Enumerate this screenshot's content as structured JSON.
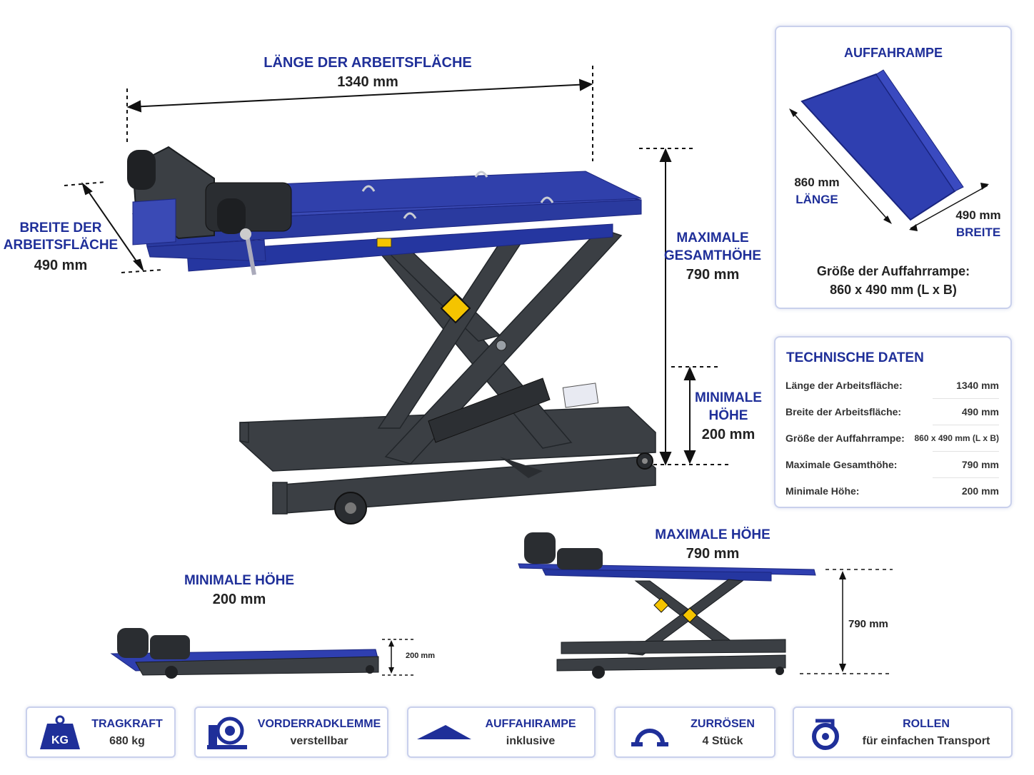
{
  "main_dims": {
    "length_label": "LÄNGE DER ARBEITSFLÄCHE",
    "length_value": "1340 mm",
    "width_label_1": "BREITE DER",
    "width_label_2": "ARBEITSFLÄCHE",
    "width_value": "490 mm",
    "max_label_1": "MAXIMALE",
    "max_label_2": "GESAMTHÖHE",
    "max_value": "790 mm",
    "min_label_1": "MINIMALE",
    "min_label_2": "HÖHE",
    "min_value": "200 mm"
  },
  "ramp_panel": {
    "title": "AUFFAHRAMPE",
    "length_value": "860 mm",
    "length_label": "LÄNGE",
    "width_value": "490 mm",
    "width_label": "BREITE",
    "size_caption": "Größe der Auffahrrampe:",
    "size_value": "860 x 490 mm (L x B)"
  },
  "tech_panel": {
    "title": "TECHNISCHE DATEN",
    "rows": [
      {
        "label": "Länge der Arbeitsfläche:",
        "value": "1340 mm"
      },
      {
        "label": "Breite der Arbeitsfläche:",
        "value": "490 mm"
      },
      {
        "label": "Größe der Auffahrrampe:",
        "value": "860 x 490 mm (L x B)"
      },
      {
        "label": "Maximale Gesamthöhe:",
        "value": "790 mm"
      },
      {
        "label": "Minimale Höhe:",
        "value": "200 mm"
      }
    ]
  },
  "min_view": {
    "label": "MINIMALE HÖHE",
    "value": "200 mm",
    "dim_value": "200 mm"
  },
  "max_view": {
    "label": "MAXIMALE HÖHE",
    "value": "790 mm",
    "dim_value": "790 mm"
  },
  "features": [
    {
      "icon": "kg-weight-icon",
      "title": "TRAGKRAFT",
      "sub": "680 kg"
    },
    {
      "icon": "wheel-clamp-icon",
      "title": "VORDERRADKLEMME",
      "sub": "verstellbar"
    },
    {
      "icon": "ramp-icon",
      "title": "AUFFAHIRAMPE",
      "sub": "inklusive"
    },
    {
      "icon": "tie-down-icon",
      "title": "ZURRÖSEN",
      "sub": "4 Stück"
    },
    {
      "icon": "castor-wheel-icon",
      "title": "ROLLEN",
      "sub": "für einfachen Transport"
    }
  ],
  "colors": {
    "accent_blue": "#1f2f99",
    "platform_blue": "#2f3fa8",
    "frame_dark": "#3b3f44",
    "warning_yellow": "#f5c400"
  }
}
